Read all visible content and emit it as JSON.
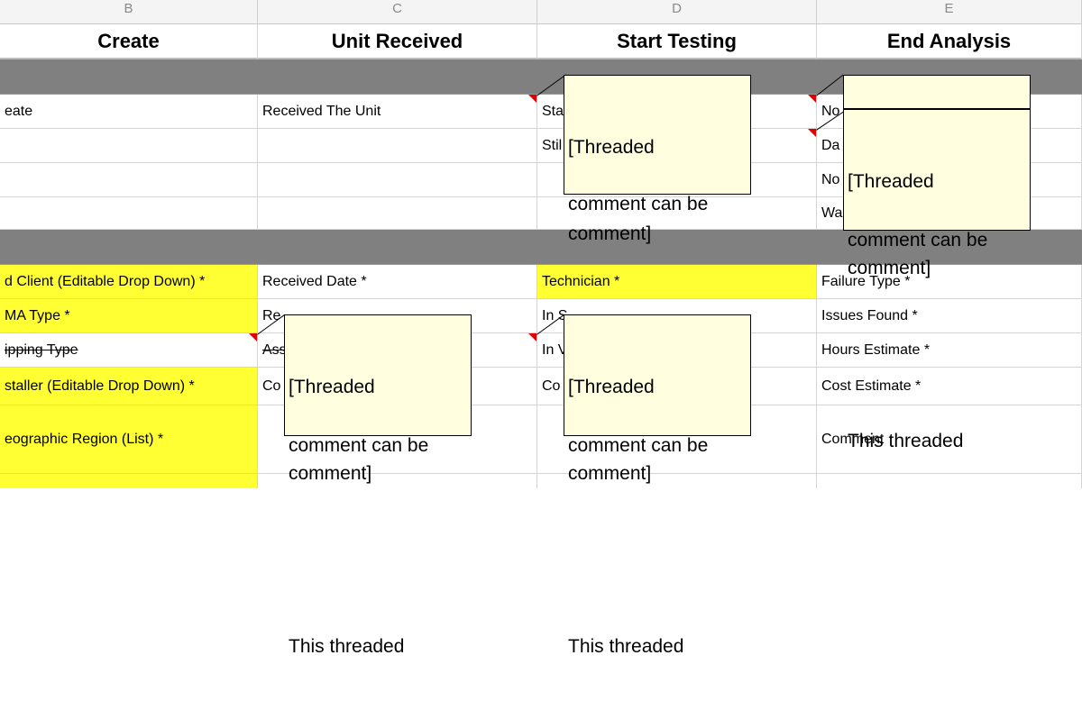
{
  "columns": [
    "B",
    "C",
    "D",
    "E"
  ],
  "titles": [
    "Create",
    "Unit Received",
    "Start Testing",
    "End Analysis"
  ],
  "rows_top": [
    [
      "eate",
      "Received The Unit",
      "Sta",
      "No"
    ],
    [
      "",
      "",
      "Stil",
      "Da"
    ],
    [
      "",
      "",
      "",
      "No"
    ],
    [
      "",
      "",
      "",
      "Wa"
    ]
  ],
  "rows_bottom": [
    [
      "d Client (Editable Drop Down) *",
      "Received Date *",
      "Technician *",
      "Failure Type *"
    ],
    [
      "MA Type *",
      "Re",
      "In S",
      "Issues Found *"
    ],
    [
      "ipping Type",
      "Ass",
      "In V",
      "Hours Estimate *"
    ],
    [
      "staller (Editable Drop Down) *",
      "Co",
      "Co",
      "Cost Estimate *"
    ],
    [
      "eographic Region (List) *",
      "",
      "",
      "Comment"
    ]
  ],
  "comment": {
    "line1": "[Threaded",
    "line2": "comment]",
    "line3": "",
    "line4": "This threaded",
    "line5": "comment can be"
  },
  "colors": {
    "header_bg": "#f4f4f4",
    "band_gray": "#808080",
    "highlight_yellow": "#ffff33",
    "note_bg": "#ffffe0",
    "marker_red": "#e00000"
  }
}
